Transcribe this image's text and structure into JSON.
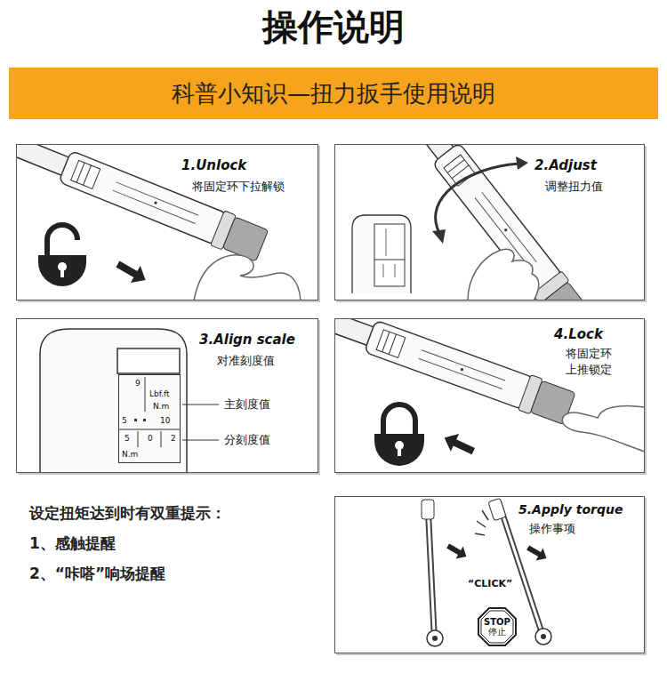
{
  "diagram": {
    "title": "操作说明",
    "nodes": [
      {
        "text": [
          "科普小知识—扭力扳手使用说明"
        ]
      },
      {
        "text": [
          "1.Unlock",
          "将固定环下拉解锁"
        ]
      },
      {
        "text": [
          "2.Adjust",
          "调整扭力值"
        ]
      },
      {
        "text": [
          "3.Align scale",
          "对准刻度值"
        ]
      },
      {
        "text": [
          "9",
          "Lbf.ft",
          "N.m",
          "5",
          "10",
          "5",
          "0",
          "2",
          "N.m"
        ],
        "in": 3
      },
      {
        "text": [
          "4.Lock",
          "将固定环上推锁定"
        ]
      },
      {
        "text": [
          "5.Apply torque",
          "操作事项"
        ]
      },
      {
        "text": [
          "STOP",
          "停止"
        ],
        "in": 6
      }
    ],
    "labels": [
      "主刻度值",
      "分刻度值",
      "设定扭矩达到时有双重提示：",
      "1、感触提醒",
      "2、“咔嗒”响场提醒",
      "“CLICK”"
    ]
  }
}
